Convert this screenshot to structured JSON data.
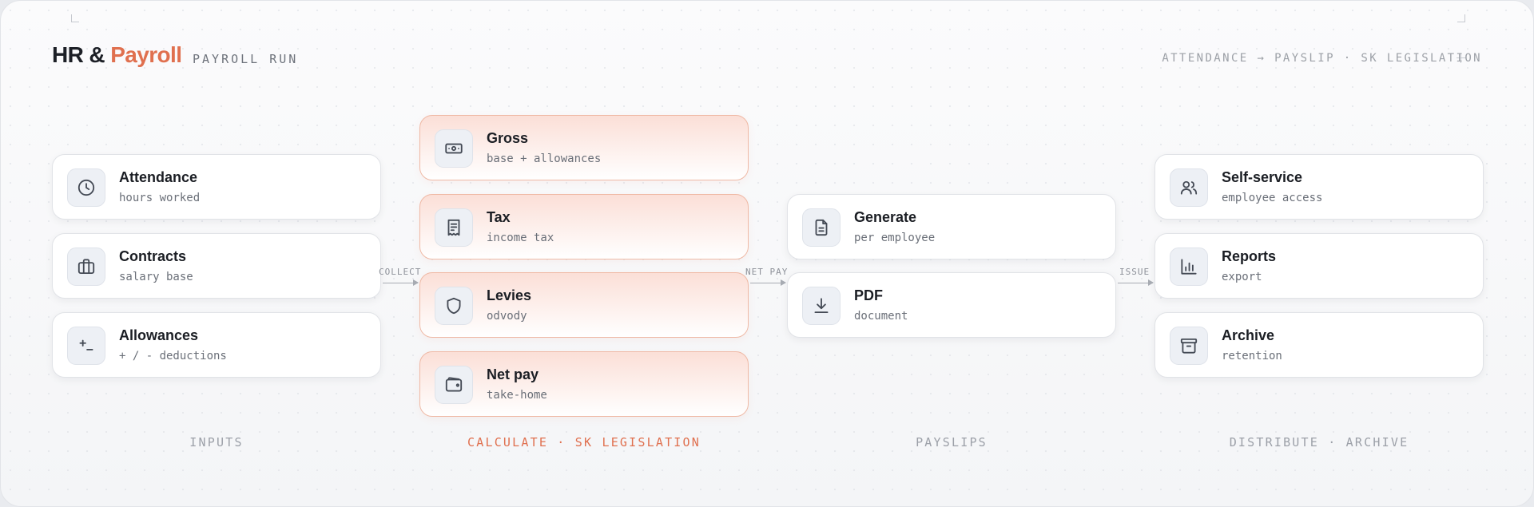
{
  "header": {
    "brand_left": "HR & ",
    "brand_accent": "Payroll",
    "run_label": "PAYROLL RUN",
    "flow_summary": "ATTENDANCE → PAYSLIP · SK LEGISLATION"
  },
  "columns": [
    {
      "label": "INPUTS",
      "items": [
        {
          "title": "Attendance",
          "subtitle": "hours worked",
          "icon": "clock-icon"
        },
        {
          "title": "Contracts",
          "subtitle": "salary base",
          "icon": "briefcase-icon"
        },
        {
          "title": "Allowances",
          "subtitle": "+ / - deductions",
          "icon": "plus-minus-icon"
        }
      ]
    },
    {
      "label": "CALCULATE · SK LEGISLATION",
      "items": [
        {
          "title": "Gross",
          "subtitle": "base + allowances",
          "icon": "banknote-icon"
        },
        {
          "title": "Tax",
          "subtitle": "income tax",
          "icon": "receipt-icon"
        },
        {
          "title": "Levies",
          "subtitle": "odvody",
          "icon": "shield-icon"
        },
        {
          "title": "Net pay",
          "subtitle": "take-home",
          "icon": "wallet-icon"
        }
      ]
    },
    {
      "label": "PAYSLIPS",
      "items": [
        {
          "title": "Generate",
          "subtitle": "per employee",
          "icon": "document-icon"
        },
        {
          "title": "PDF",
          "subtitle": "document",
          "icon": "download-icon"
        }
      ]
    },
    {
      "label": "DISTRIBUTE · ARCHIVE",
      "items": [
        {
          "title": "Self-service",
          "subtitle": "employee access",
          "icon": "users-icon"
        },
        {
          "title": "Reports",
          "subtitle": "export",
          "icon": "bar-chart-icon"
        },
        {
          "title": "Archive",
          "subtitle": "retention",
          "icon": "archive-box-icon"
        }
      ]
    }
  ],
  "connectors": [
    "COLLECT",
    "NET PAY",
    "ISSUE"
  ],
  "colors": {
    "accent": "#e0704f",
    "highlight_fill": "#fbdfd7",
    "highlight_border": "#efb9a5",
    "icon_tile": "#edf0f5",
    "text_dark": "#1b1e24",
    "text_muted": "#9ca0a8"
  }
}
